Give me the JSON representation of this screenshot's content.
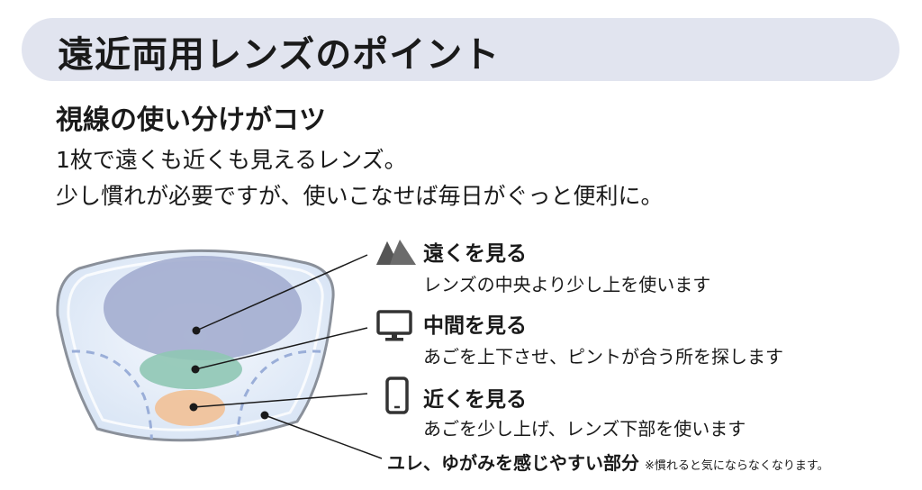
{
  "banner": {
    "title": "遠近両用レンズのポイント"
  },
  "heading": "視線の使い分けがコツ",
  "intro": {
    "line1": "1枚で遠くも近くも見えるレンズ。",
    "line2": "少し慣れが必要ですが、使いこなせば毎日がぐっと便利に。"
  },
  "zones": [
    {
      "icon": "mountain-icon",
      "title": "遠くを見る",
      "desc": "レンズの中央より少し上を使います",
      "color": "#a3adcf"
    },
    {
      "icon": "monitor-icon",
      "title": "中間を見る",
      "desc": "あごを上下させ、ピントが合う所を探します",
      "color": "#8fc6b4"
    },
    {
      "icon": "smartphone-icon",
      "title": "近くを見る",
      "desc": "あごを少し上げ、レンズ下部を使います",
      "color": "#f0c39b"
    }
  ],
  "distortion": {
    "text": "ユレ、ゆがみを感じやすい部分",
    "note": "※慣れると気にならなくなります。"
  },
  "colors": {
    "banner_bg": "#e1e4ef",
    "lens_fill": "#e6effa",
    "lens_outline": "#8a909a",
    "dashed_line": "#9aaed8"
  }
}
